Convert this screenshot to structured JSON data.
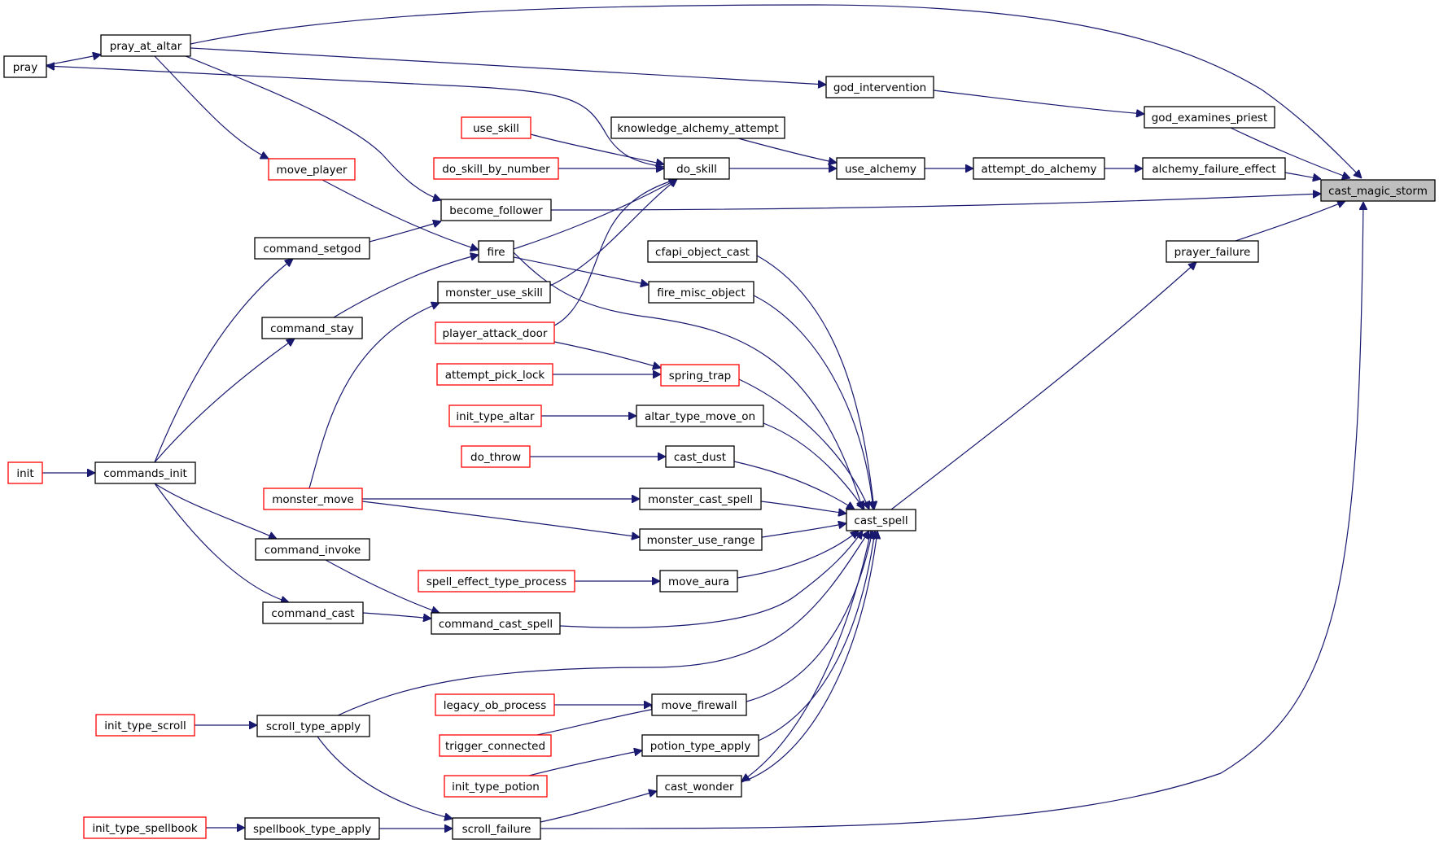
{
  "graph": {
    "type": "caller-graph",
    "focus_node": "cast_magic_storm",
    "colors": {
      "edge": "#191970",
      "node_border_default": "#000000",
      "node_border_truncated": "#ff0000",
      "focus_fill": "#bfbfbf",
      "node_fill": "#ffffff"
    },
    "nodes": [
      {
        "id": "cast_magic_storm",
        "label": "cast_magic_storm",
        "style": "focus"
      },
      {
        "id": "pray_at_altar",
        "label": "pray_at_altar",
        "style": "normal"
      },
      {
        "id": "pray",
        "label": "pray",
        "style": "normal"
      },
      {
        "id": "god_intervention",
        "label": "god_intervention",
        "style": "normal"
      },
      {
        "id": "god_examines_priest",
        "label": "god_examines_priest",
        "style": "normal"
      },
      {
        "id": "use_skill",
        "label": "use_skill",
        "style": "truncated"
      },
      {
        "id": "knowledge_alchemy_attempt",
        "label": "knowledge_alchemy_attempt",
        "style": "normal"
      },
      {
        "id": "do_skill_by_number",
        "label": "do_skill_by_number",
        "style": "truncated"
      },
      {
        "id": "do_skill",
        "label": "do_skill",
        "style": "normal"
      },
      {
        "id": "use_alchemy",
        "label": "use_alchemy",
        "style": "normal"
      },
      {
        "id": "attempt_do_alchemy",
        "label": "attempt_do_alchemy",
        "style": "normal"
      },
      {
        "id": "alchemy_failure_effect",
        "label": "alchemy_failure_effect",
        "style": "normal"
      },
      {
        "id": "move_player",
        "label": "move_player",
        "style": "truncated"
      },
      {
        "id": "become_follower",
        "label": "become_follower",
        "style": "normal"
      },
      {
        "id": "command_setgod",
        "label": "command_setgod",
        "style": "normal"
      },
      {
        "id": "fire",
        "label": "fire",
        "style": "normal"
      },
      {
        "id": "cfapi_object_cast",
        "label": "cfapi_object_cast",
        "style": "normal"
      },
      {
        "id": "prayer_failure",
        "label": "prayer_failure",
        "style": "normal"
      },
      {
        "id": "monster_use_skill",
        "label": "monster_use_skill",
        "style": "normal"
      },
      {
        "id": "fire_misc_object",
        "label": "fire_misc_object",
        "style": "normal"
      },
      {
        "id": "command_stay",
        "label": "command_stay",
        "style": "normal"
      },
      {
        "id": "player_attack_door",
        "label": "player_attack_door",
        "style": "truncated"
      },
      {
        "id": "attempt_pick_lock",
        "label": "attempt_pick_lock",
        "style": "truncated"
      },
      {
        "id": "spring_trap",
        "label": "spring_trap",
        "style": "truncated"
      },
      {
        "id": "init_type_altar",
        "label": "init_type_altar",
        "style": "truncated"
      },
      {
        "id": "altar_type_move_on",
        "label": "altar_type_move_on",
        "style": "normal"
      },
      {
        "id": "do_throw",
        "label": "do_throw",
        "style": "truncated"
      },
      {
        "id": "cast_dust",
        "label": "cast_dust",
        "style": "normal"
      },
      {
        "id": "init",
        "label": "init",
        "style": "truncated"
      },
      {
        "id": "commands_init",
        "label": "commands_init",
        "style": "normal"
      },
      {
        "id": "monster_move",
        "label": "monster_move",
        "style": "truncated"
      },
      {
        "id": "monster_cast_spell",
        "label": "monster_cast_spell",
        "style": "normal"
      },
      {
        "id": "cast_spell",
        "label": "cast_spell",
        "style": "normal"
      },
      {
        "id": "monster_use_range",
        "label": "monster_use_range",
        "style": "normal"
      },
      {
        "id": "command_invoke",
        "label": "command_invoke",
        "style": "normal"
      },
      {
        "id": "spell_effect_type_process",
        "label": "spell_effect_type_process",
        "style": "truncated"
      },
      {
        "id": "move_aura",
        "label": "move_aura",
        "style": "normal"
      },
      {
        "id": "command_cast",
        "label": "command_cast",
        "style": "normal"
      },
      {
        "id": "command_cast_spell",
        "label": "command_cast_spell",
        "style": "normal"
      },
      {
        "id": "legacy_ob_process",
        "label": "legacy_ob_process",
        "style": "truncated"
      },
      {
        "id": "move_firewall",
        "label": "move_firewall",
        "style": "normal"
      },
      {
        "id": "init_type_scroll",
        "label": "init_type_scroll",
        "style": "truncated"
      },
      {
        "id": "scroll_type_apply",
        "label": "scroll_type_apply",
        "style": "normal"
      },
      {
        "id": "trigger_connected",
        "label": "trigger_connected",
        "style": "truncated"
      },
      {
        "id": "potion_type_apply",
        "label": "potion_type_apply",
        "style": "normal"
      },
      {
        "id": "init_type_potion",
        "label": "init_type_potion",
        "style": "truncated"
      },
      {
        "id": "cast_wonder",
        "label": "cast_wonder",
        "style": "normal"
      },
      {
        "id": "init_type_spellbook",
        "label": "init_type_spellbook",
        "style": "truncated"
      },
      {
        "id": "spellbook_type_apply",
        "label": "spellbook_type_apply",
        "style": "normal"
      },
      {
        "id": "scroll_failure",
        "label": "scroll_failure",
        "style": "normal"
      }
    ],
    "edges": [
      {
        "from": "pray_at_altar",
        "to": "cast_magic_storm"
      },
      {
        "from": "god_examines_priest",
        "to": "cast_magic_storm"
      },
      {
        "from": "alchemy_failure_effect",
        "to": "cast_magic_storm"
      },
      {
        "from": "become_follower",
        "to": "cast_magic_storm"
      },
      {
        "from": "prayer_failure",
        "to": "cast_magic_storm"
      },
      {
        "from": "scroll_failure",
        "to": "cast_magic_storm"
      },
      {
        "from": "pray",
        "to": "pray_at_altar"
      },
      {
        "from": "do_skill",
        "to": "pray"
      },
      {
        "from": "pray_at_altar",
        "to": "god_intervention"
      },
      {
        "from": "god_intervention",
        "to": "god_examines_priest"
      },
      {
        "from": "use_skill",
        "to": "do_skill"
      },
      {
        "from": "do_skill_by_number",
        "to": "do_skill"
      },
      {
        "from": "fire",
        "to": "do_skill"
      },
      {
        "from": "monster_use_skill",
        "to": "do_skill"
      },
      {
        "from": "player_attack_door",
        "to": "do_skill"
      },
      {
        "from": "knowledge_alchemy_attempt",
        "to": "use_alchemy"
      },
      {
        "from": "do_skill",
        "to": "use_alchemy"
      },
      {
        "from": "use_alchemy",
        "to": "attempt_do_alchemy"
      },
      {
        "from": "attempt_do_alchemy",
        "to": "alchemy_failure_effect"
      },
      {
        "from": "pray_at_altar",
        "to": "move_player"
      },
      {
        "from": "pray_at_altar",
        "to": "become_follower"
      },
      {
        "from": "command_setgod",
        "to": "become_follower"
      },
      {
        "from": "move_player",
        "to": "fire"
      },
      {
        "from": "command_stay",
        "to": "fire"
      },
      {
        "from": "commands_init",
        "to": "command_setgod"
      },
      {
        "from": "commands_init",
        "to": "command_stay"
      },
      {
        "from": "commands_init",
        "to": "command_invoke"
      },
      {
        "from": "commands_init",
        "to": "command_cast"
      },
      {
        "from": "init",
        "to": "commands_init"
      },
      {
        "from": "cast_spell",
        "to": "prayer_failure"
      },
      {
        "from": "fire",
        "to": "fire_misc_object"
      },
      {
        "from": "monster_move",
        "to": "monster_use_skill"
      },
      {
        "from": "player_attack_door",
        "to": "spring_trap"
      },
      {
        "from": "attempt_pick_lock",
        "to": "spring_trap"
      },
      {
        "from": "init_type_altar",
        "to": "altar_type_move_on"
      },
      {
        "from": "do_throw",
        "to": "cast_dust"
      },
      {
        "from": "monster_move",
        "to": "monster_cast_spell"
      },
      {
        "from": "monster_move",
        "to": "monster_use_range"
      },
      {
        "from": "spell_effect_type_process",
        "to": "move_aura"
      },
      {
        "from": "command_invoke",
        "to": "command_cast_spell"
      },
      {
        "from": "command_cast",
        "to": "command_cast_spell"
      },
      {
        "from": "legacy_ob_process",
        "to": "move_firewall"
      },
      {
        "from": "trigger_connected",
        "to": "move_firewall"
      },
      {
        "from": "init_type_scroll",
        "to": "scroll_type_apply"
      },
      {
        "from": "init_type_potion",
        "to": "potion_type_apply"
      },
      {
        "from": "init_type_spellbook",
        "to": "spellbook_type_apply"
      },
      {
        "from": "spellbook_type_apply",
        "to": "scroll_failure"
      },
      {
        "from": "scroll_type_apply",
        "to": "scroll_failure"
      },
      {
        "from": "cast_spell",
        "to": "cast_wonder"
      },
      {
        "from": "fire",
        "to": "cast_spell"
      },
      {
        "from": "cfapi_object_cast",
        "to": "cast_spell"
      },
      {
        "from": "fire_misc_object",
        "to": "cast_spell"
      },
      {
        "from": "spring_trap",
        "to": "cast_spell"
      },
      {
        "from": "altar_type_move_on",
        "to": "cast_spell"
      },
      {
        "from": "cast_dust",
        "to": "cast_spell"
      },
      {
        "from": "monster_cast_spell",
        "to": "cast_spell"
      },
      {
        "from": "monster_use_range",
        "to": "cast_spell"
      },
      {
        "from": "move_aura",
        "to": "cast_spell"
      },
      {
        "from": "command_cast_spell",
        "to": "cast_spell"
      },
      {
        "from": "scroll_type_apply",
        "to": "cast_spell"
      },
      {
        "from": "move_firewall",
        "to": "cast_spell"
      },
      {
        "from": "potion_type_apply",
        "to": "cast_spell"
      },
      {
        "from": "cast_wonder",
        "to": "cast_spell"
      },
      {
        "from": "scroll_failure",
        "to": "cast_wonder"
      }
    ]
  }
}
